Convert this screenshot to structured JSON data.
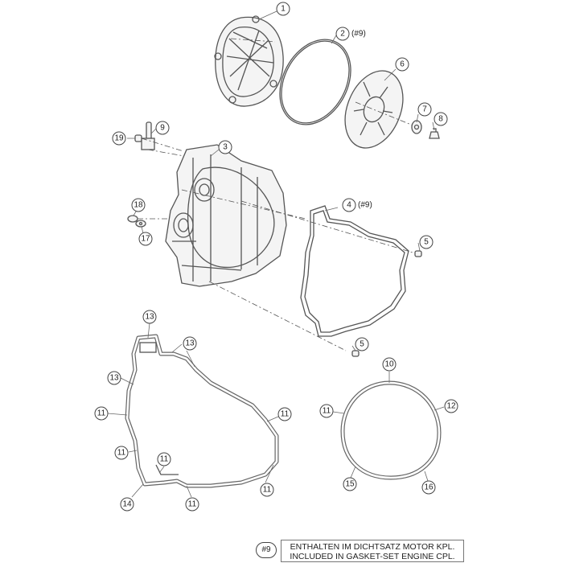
{
  "callouts": [
    {
      "id": "c1",
      "label": "1"
    },
    {
      "id": "c2",
      "label": "2"
    },
    {
      "id": "c3",
      "label": "3"
    },
    {
      "id": "c4",
      "label": "4"
    },
    {
      "id": "c5a",
      "label": "5"
    },
    {
      "id": "c5b",
      "label": "5"
    },
    {
      "id": "c6",
      "label": "6"
    },
    {
      "id": "c7",
      "label": "7"
    },
    {
      "id": "c8",
      "label": "8"
    },
    {
      "id": "c9",
      "label": "9"
    },
    {
      "id": "c10",
      "label": "10"
    },
    {
      "id": "c11a",
      "label": "11"
    },
    {
      "id": "c11b",
      "label": "11"
    },
    {
      "id": "c11c",
      "label": "11"
    },
    {
      "id": "c11d",
      "label": "11"
    },
    {
      "id": "c11e",
      "label": "11"
    },
    {
      "id": "c11f",
      "label": "11"
    },
    {
      "id": "c11g",
      "label": "11"
    },
    {
      "id": "c12",
      "label": "12"
    },
    {
      "id": "c13a",
      "label": "13"
    },
    {
      "id": "c13b",
      "label": "13"
    },
    {
      "id": "c13c",
      "label": "13"
    },
    {
      "id": "c14",
      "label": "14"
    },
    {
      "id": "c15",
      "label": "15"
    },
    {
      "id": "c16",
      "label": "16"
    },
    {
      "id": "c17",
      "label": "17"
    },
    {
      "id": "c18",
      "label": "18"
    },
    {
      "id": "c19",
      "label": "19"
    }
  ],
  "tags": {
    "t2": "(#9)",
    "t4": "(#9)"
  },
  "legend": {
    "badge": "#9",
    "line_de": "ENTHALTEN IM DICHTSATZ MOTOR KPL.",
    "line_en": "INCLUDED IN GASKET-SET ENGINE CPL."
  }
}
